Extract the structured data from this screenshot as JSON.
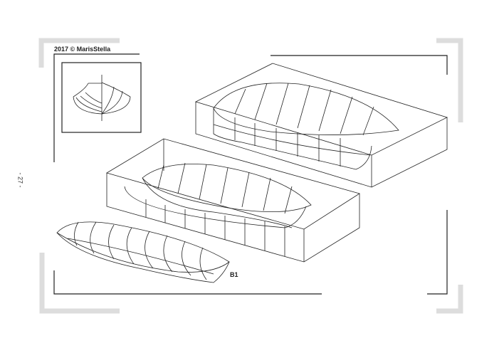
{
  "copyright": "2017 © MarisStella",
  "page_number": "- 27 -",
  "figure_label": "B1",
  "colors": {
    "frame": "#dddddd",
    "line": "#222222"
  }
}
